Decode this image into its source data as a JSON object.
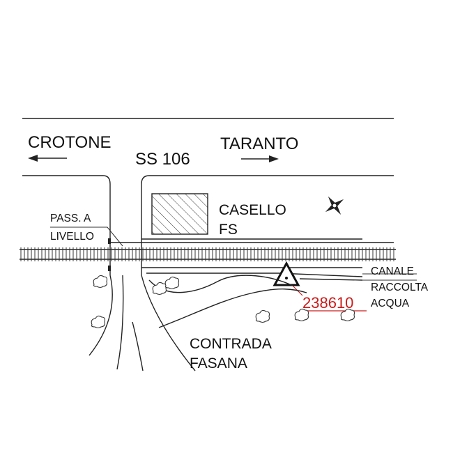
{
  "labels": {
    "west_city": "CROTONE",
    "east_city": "TARANTO",
    "road": "SS 106",
    "level_crossing_line1": "PASS. A",
    "level_crossing_line2": "LIVELLO",
    "station_line1": "CASELLO",
    "station_line2": "FS",
    "canal_line1": "CANALE",
    "canal_line2": "RACCOLTA",
    "canal_line3": "ACQUA",
    "district_line1": "CONTRADA",
    "district_line2": "FASANA",
    "benchmark_code": "238610"
  },
  "colors": {
    "ink": "#222222",
    "benchmark": "#cc1a1a"
  },
  "icons": {
    "compass": "compass-rose-icon",
    "benchmark": "triangle-benchmark-icon",
    "arrow_west": "arrow-left-icon",
    "arrow_east": "arrow-right-icon"
  }
}
